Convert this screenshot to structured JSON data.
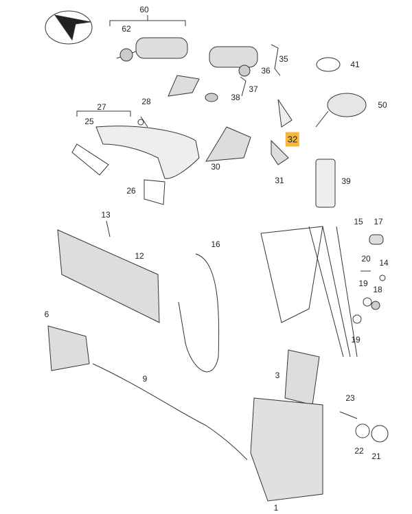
{
  "labels": [
    "60",
    "62",
    "35",
    "36",
    "41",
    "37",
    "38",
    "50",
    "28",
    "27",
    "25",
    "32",
    "30",
    "31",
    "39",
    "26",
    "13",
    "12",
    "16",
    "15",
    "17",
    "20",
    "14",
    "19",
    "18",
    "19",
    "6",
    "9",
    "3",
    "23",
    "22",
    "21",
    "1"
  ],
  "highlighted_part": "32",
  "highlight_color": "#f5b63f"
}
